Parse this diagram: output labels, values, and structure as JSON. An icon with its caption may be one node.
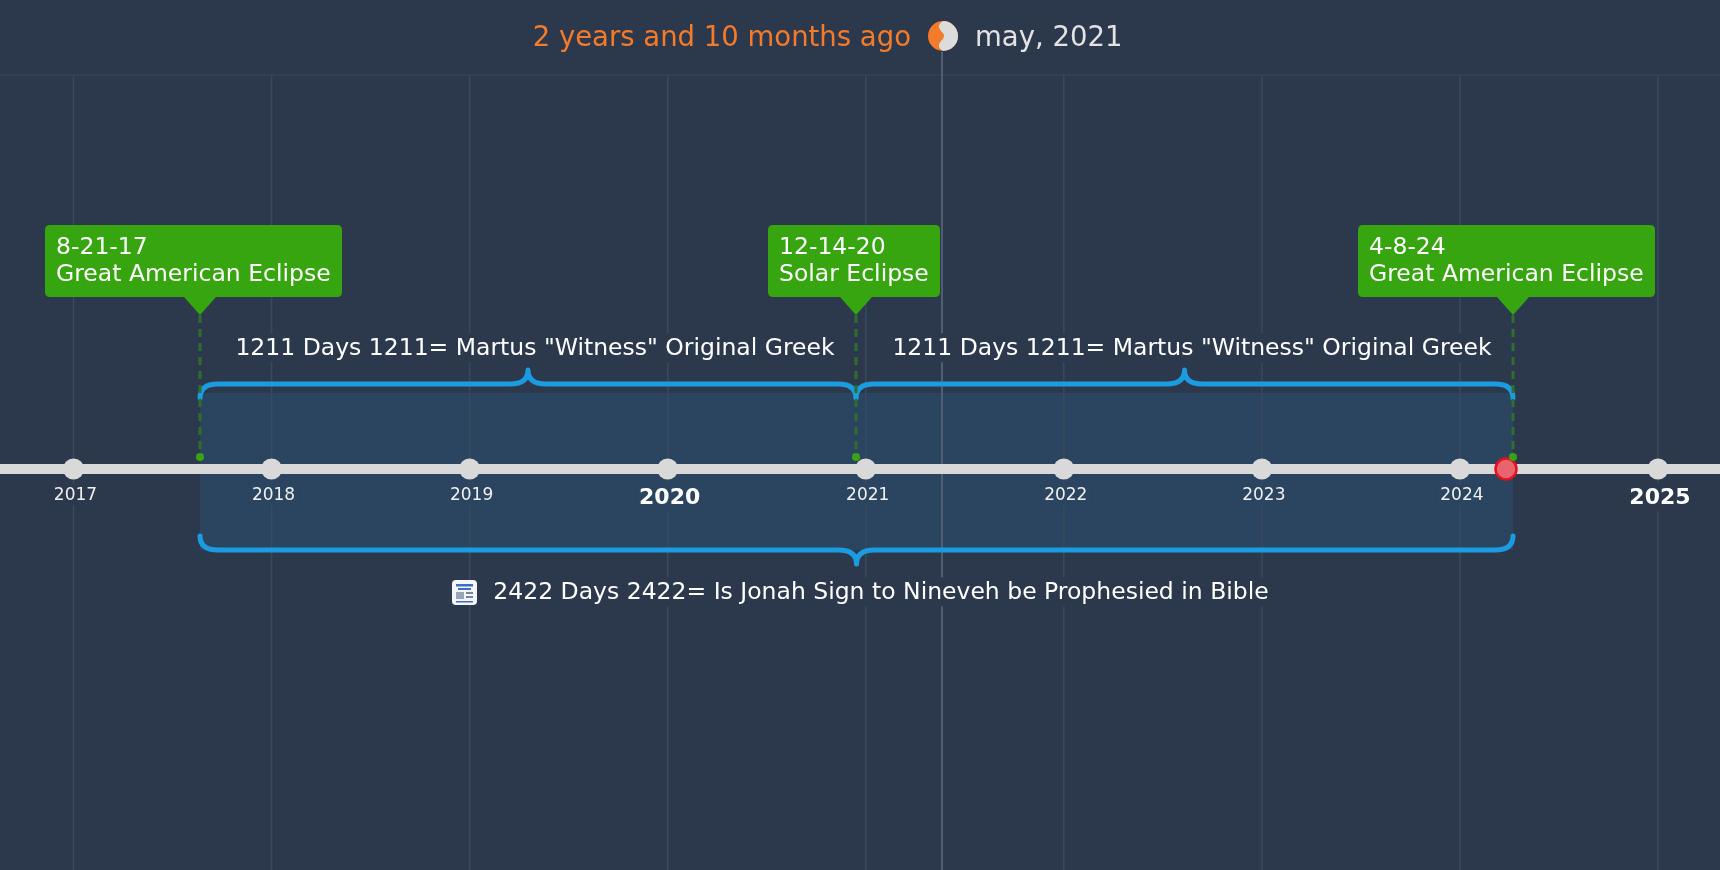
{
  "diagram": {
    "nodes": [
      {
        "text": [
          "8-21-17",
          "Great American Eclipse"
        ]
      },
      {
        "text": [
          "12-14-20",
          "Solar Eclipse"
        ]
      },
      {
        "text": [
          "4-8-24",
          "Great American Eclipse"
        ]
      },
      {
        "text": [],
        "shape": "circle"
      },
      {
        "text": [],
        "shape": "circle"
      },
      {
        "text": [],
        "shape": "circle"
      }
    ],
    "edges": [
      {
        "from": 0,
        "to": 3,
        "arrow": "none",
        "style": "dashed"
      },
      {
        "from": 1,
        "to": 4,
        "arrow": "none",
        "style": "dashed"
      },
      {
        "from": 2,
        "to": 5,
        "arrow": "none",
        "style": "dashed"
      }
    ],
    "labels": [
      "2 years and 10 months ago",
      "may, 2021",
      "1211 Days 1211= Martus \"Witness\" Original Greek",
      "1211 Days 1211= Martus \"Witness\" Original Greek",
      "2017",
      "2018",
      "2019",
      "2020",
      "2021",
      "2022",
      "2023",
      "2024",
      "2025",
      "2422 Days 2422= Is Jonah Sign to Nineveh be Prophesied in Bible"
    ]
  }
}
